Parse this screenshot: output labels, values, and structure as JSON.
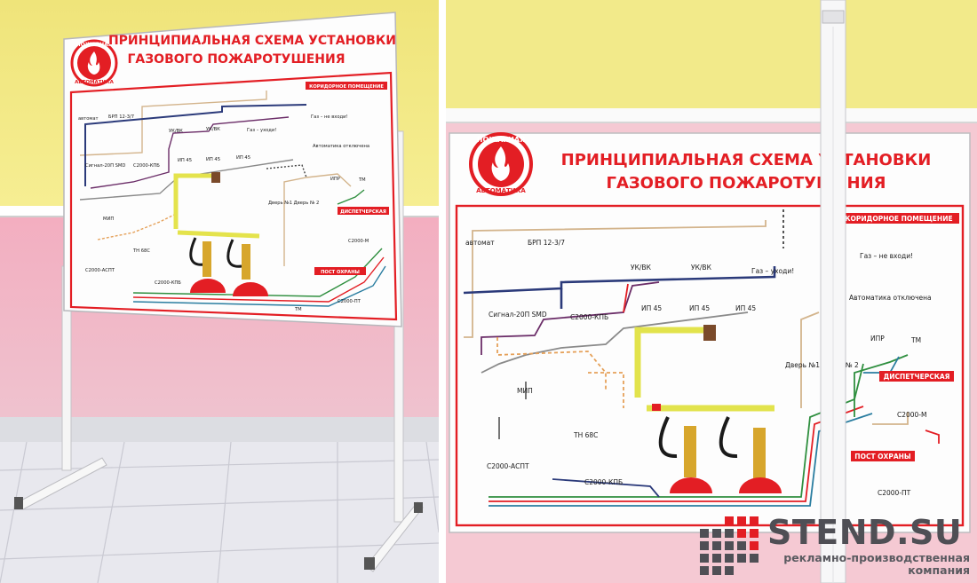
{
  "left_photo": {
    "title_line1": "ПРИНЦИПИАЛЬНАЯ СХЕМА УСТАНОВКИ",
    "title_line2": "ГАЗОВОГО ПОЖАРОТУШЕНИЯ",
    "logo_top": "ПОЖАРНАЯ",
    "logo_bottom": "АВТОМАТИКА",
    "labels": {
      "corridor": "КОРИДОРНОЕ ПОМЕЩЕНИЕ",
      "avtomat": "автомат",
      "brp": "БРП 12-3/7",
      "ukvk1": "УК/ВК",
      "ukvk2": "УК/ВК",
      "gas_leave": "Газ – уходи!",
      "gas_no_enter": "Газ – не входи!",
      "auto_off": "Автоматика отключена",
      "signal": "Сигнал-20П SMD",
      "s2000kpb1": "С2000-КПБ",
      "ip45_1": "ИП 45",
      "ip45_2": "ИП 45",
      "ip45_3": "ИП 45",
      "ipr": "ИПР",
      "tm1": "ТМ",
      "door": "Дверь №1 Дверь № 2",
      "dispatch": "ДИСПЕТЧЕРСКАЯ",
      "mip": "МИП",
      "s2000m": "С2000-М",
      "tn68": "ТН 68С",
      "guard": "ПОСТ ОХРАНЫ",
      "s2000aspt": "С2000-АСПТ",
      "s2000kpb2": "С2000-КПБ",
      "s2000pt": "С2000-ПТ",
      "tm2": "ТМ"
    }
  },
  "right_photo": {
    "title_line1": "ПРИНЦИПИАЛЬНАЯ СХЕМА УСТАНОВКИ",
    "title_line2": "ГАЗОВОГО ПОЖАРОТУШЕНИЯ",
    "logo_top": "ПОЖАРНАЯ",
    "logo_bottom": "АВТОМАТИКА",
    "labels": {
      "corridor": "КОРИДОРНОЕ ПОМЕЩЕНИЕ",
      "avtomat": "автомат",
      "brp": "БРП 12-3/7",
      "ukvk1": "УК/ВК",
      "ukvk2": "УК/ВК",
      "gas_leave": "Газ – уходи!",
      "gas_no_enter": "Газ – не входи!",
      "auto_off": "Автоматика отключена",
      "signal": "Сигнал-20П SMD",
      "s2000kpb1": "С2000-КПБ",
      "ip45_1": "ИП 45",
      "ip45_2": "ИП 45",
      "ip45_3": "ИП 45",
      "ipr": "ИПР",
      "tm": "ТМ",
      "door": "Дверь №1 Дверь № 2",
      "dispatch": "ДИСПЕТЧЕРСКАЯ",
      "mip": "МИП",
      "s2000m": "С2000-М",
      "tn68": "ТН 68С",
      "guard": "ПОСТ ОХРАНЫ",
      "s2000aspt": "С2000-АСПТ",
      "s2000kpb2": "С2000-КПБ",
      "s2000pt": "С2000-ПТ"
    }
  },
  "watermark": {
    "brand": "STEND.SU",
    "tagline": "рекламно-производственная компания"
  },
  "colors": {
    "wall_yellow": "#f3ec8a",
    "wall_pink": "#f2b8c6",
    "accent_red": "#e31e24",
    "floor": "#e9e9ee"
  }
}
